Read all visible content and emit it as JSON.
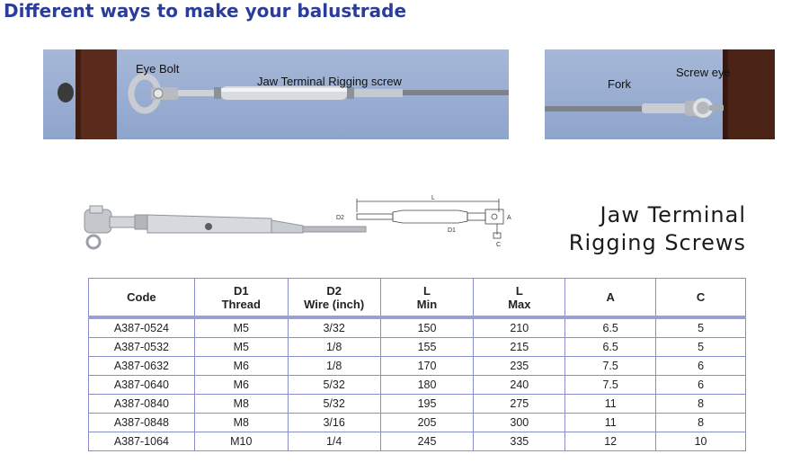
{
  "heading": "Different ways to make your balustrade",
  "photos": {
    "left": {
      "callouts": {
        "eye_bolt": "Eye Bolt",
        "jaw_terminal": "Jaw Terminal Rigging screw"
      }
    },
    "right": {
      "callouts": {
        "fork": "Fork",
        "screw_eye": "Screw eye"
      }
    }
  },
  "diagram": {
    "labels": {
      "L": "L",
      "D2": "D2",
      "D1": "D1",
      "A": "A",
      "C": "C"
    }
  },
  "product_title": {
    "line1": "Jaw Terminal",
    "line2": "Rigging Screws"
  },
  "table": {
    "headers": [
      {
        "line1": "Code",
        "line2": ""
      },
      {
        "line1": "D1",
        "line2": "Thread"
      },
      {
        "line1": "D2",
        "line2": "Wire (inch)"
      },
      {
        "line1": "L",
        "line2": "Min"
      },
      {
        "line1": "L",
        "line2": "Max"
      },
      {
        "line1": "A",
        "line2": ""
      },
      {
        "line1": "C",
        "line2": ""
      }
    ],
    "rows": [
      [
        "A387-0524",
        "M5",
        "3/32",
        "150",
        "210",
        "6.5",
        "5"
      ],
      [
        "A387-0532",
        "M5",
        "1/8",
        "155",
        "215",
        "6.5",
        "5"
      ],
      [
        "A387-0632",
        "M6",
        "1/8",
        "170",
        "235",
        "7.5",
        "6"
      ],
      [
        "A387-0640",
        "M6",
        "5/32",
        "180",
        "240",
        "7.5",
        "6"
      ],
      [
        "A387-0840",
        "M8",
        "5/32",
        "195",
        "275",
        "11",
        "8"
      ],
      [
        "A387-0848",
        "M8",
        "3/16",
        "205",
        "300",
        "11",
        "8"
      ],
      [
        "A387-1064",
        "M10",
        "1/4",
        "245",
        "335",
        "12",
        "10"
      ]
    ]
  },
  "colors": {
    "heading": "#2a3d9a",
    "table_border": "#8a8ec8",
    "photo_bg": "#9aaed2"
  }
}
